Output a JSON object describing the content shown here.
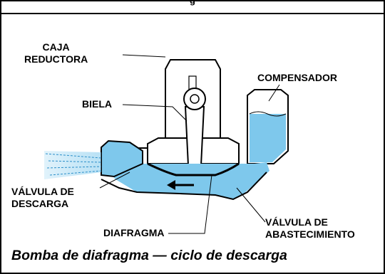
{
  "header": {
    "text": "g"
  },
  "labels": {
    "caja_line1": "CAJA",
    "caja_line2": "REDUCTORA",
    "biela": "BIELA",
    "compensador": "COMPENSADOR",
    "valvula_descarga_line1": "VÁLVULA DE",
    "valvula_descarga_line2": "DESCARGA",
    "diafragma": "DIAFRAGMA",
    "valvula_abastecimiento_line1": "VÁLVULA DE",
    "valvula_abastecimiento_line2": "ABASTECIMIENTO"
  },
  "caption": "Bomba de diafragma — ciclo de descarga",
  "colors": {
    "water": "#7ec8ec",
    "water_light": "#c8e8f8",
    "outline": "#000000",
    "background": "#ffffff"
  }
}
